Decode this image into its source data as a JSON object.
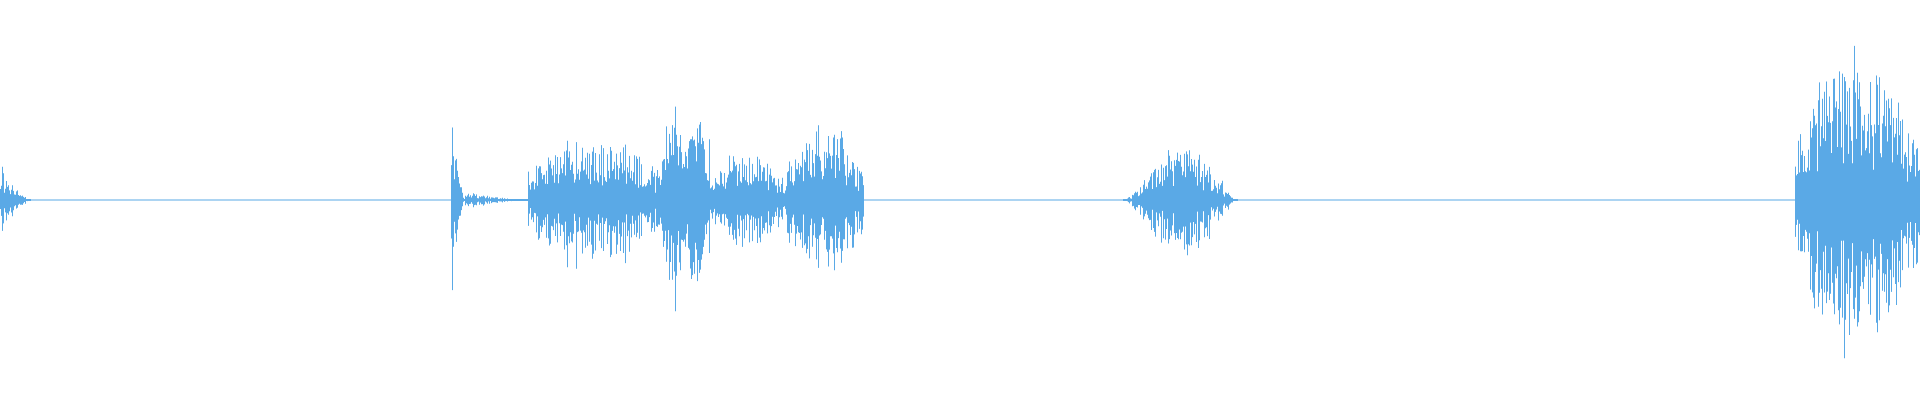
{
  "waveform": {
    "color": "#5aa9e6",
    "background": "#ffffff",
    "segments": [
      {
        "start": 0.0,
        "end": 0.016,
        "peak": 0.22,
        "shape": "decay"
      },
      {
        "start": 0.235,
        "end": 0.242,
        "peak": 0.48,
        "shape": "spike"
      },
      {
        "start": 0.242,
        "end": 0.275,
        "peak": 0.05,
        "shape": "decay"
      },
      {
        "start": 0.275,
        "end": 0.345,
        "peak": 0.36,
        "shape": "dense"
      },
      {
        "start": 0.345,
        "end": 0.37,
        "peak": 0.62,
        "shape": "burst"
      },
      {
        "start": 0.37,
        "end": 0.41,
        "peak": 0.26,
        "shape": "dense"
      },
      {
        "start": 0.41,
        "end": 0.45,
        "peak": 0.42,
        "shape": "dense"
      },
      {
        "start": 0.585,
        "end": 0.645,
        "peak": 0.3,
        "shape": "swell"
      },
      {
        "start": 0.935,
        "end": 1.0,
        "peak": 0.8,
        "shape": "dense"
      }
    ]
  }
}
